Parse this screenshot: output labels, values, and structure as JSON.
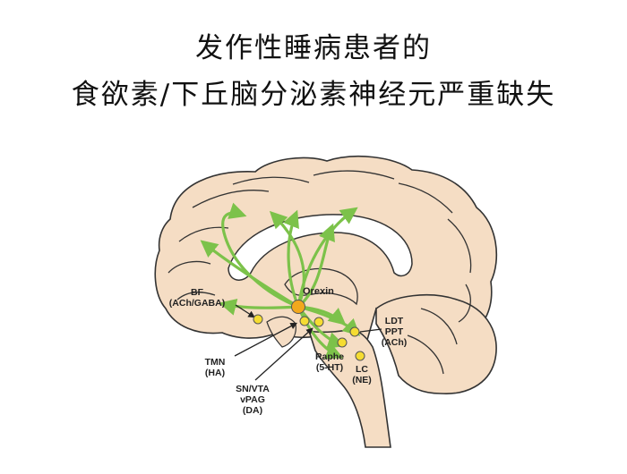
{
  "title": {
    "line1": "发作性睡病患者的",
    "line2": "食欲素/下丘脑分泌素神经元严重缺失"
  },
  "colors": {
    "brain_fill": "#f5ddc4",
    "brain_outline": "#333333",
    "pathway": "#7cc24a",
    "orexin_node": "#f2a81d",
    "nucleus_node": "#f5dc32"
  },
  "labels": {
    "orexin": "Orexin",
    "bf_line1": "BF",
    "bf_line2": "(ACh/GABA)",
    "tmn_line1": "TMN",
    "tmn_line2": "(HA)",
    "snvta_line1": "SN/VTA",
    "snvta_line2": "vPAG",
    "snvta_line3": "(DA)",
    "raphe_line1": "Raphe",
    "raphe_line2": "(5-HT)",
    "lc_line1": "LC",
    "lc_line2": "(NE)",
    "ldt_line1": "LDT",
    "ldt_line2": "PPT",
    "ldt_line3": "(ACh)"
  }
}
